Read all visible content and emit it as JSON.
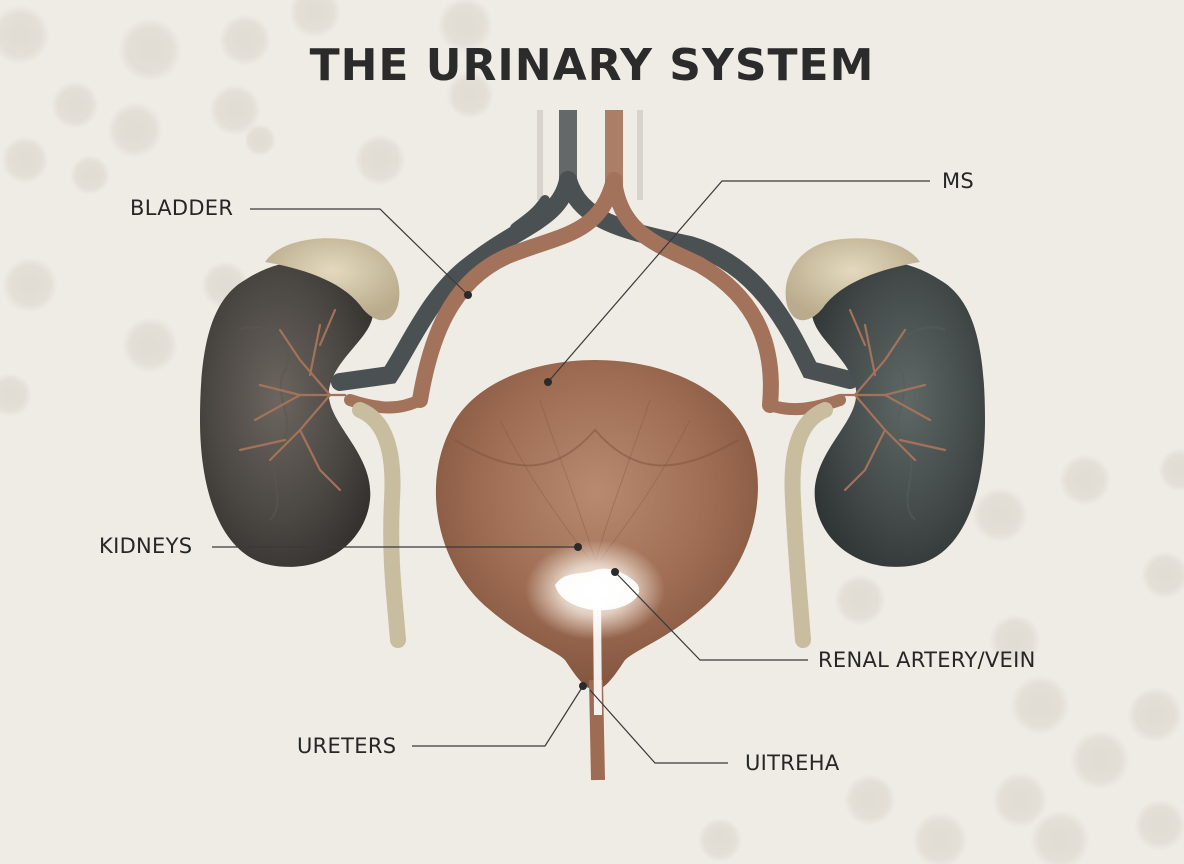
{
  "title": "THE URINARY SYSTEM",
  "labels": {
    "bladder": "BLADDER",
    "ms": "MS",
    "kidneys": "KIDNEYS",
    "renal": "RENAL ARTERY/VEIN",
    "ureters": "URETERS",
    "urethra": "UITREHA"
  },
  "colors": {
    "background": "#efece6",
    "kidney": "#4a4744",
    "vein": "#4b5152",
    "artery": "#a3725a",
    "bladder": "#9e6c52",
    "ureter": "#c9bd9f",
    "adrenal": "#d7cbae",
    "text": "#262626"
  }
}
